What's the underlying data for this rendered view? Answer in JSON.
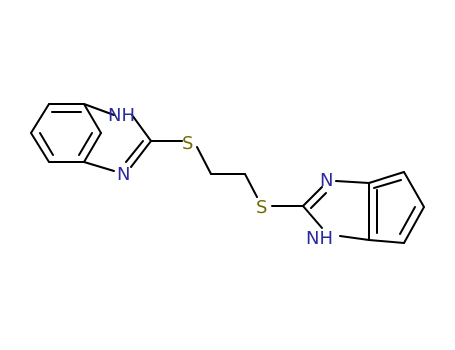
{
  "molecule": {
    "atoms": [
      {
        "id": "nh1",
        "label": "NH",
        "element": "N"
      },
      {
        "id": "n1",
        "label": "N",
        "element": "N"
      },
      {
        "id": "s1",
        "label": "S",
        "element": "S"
      },
      {
        "id": "s2",
        "label": "S",
        "element": "S"
      },
      {
        "id": "n2",
        "label": "N",
        "element": "N"
      },
      {
        "id": "nh2",
        "label": "NH",
        "element": "N"
      }
    ],
    "colors": {
      "bond": "#000000",
      "nitrogen": "#2b2b9e",
      "sulfur": "#6e6e00"
    }
  }
}
